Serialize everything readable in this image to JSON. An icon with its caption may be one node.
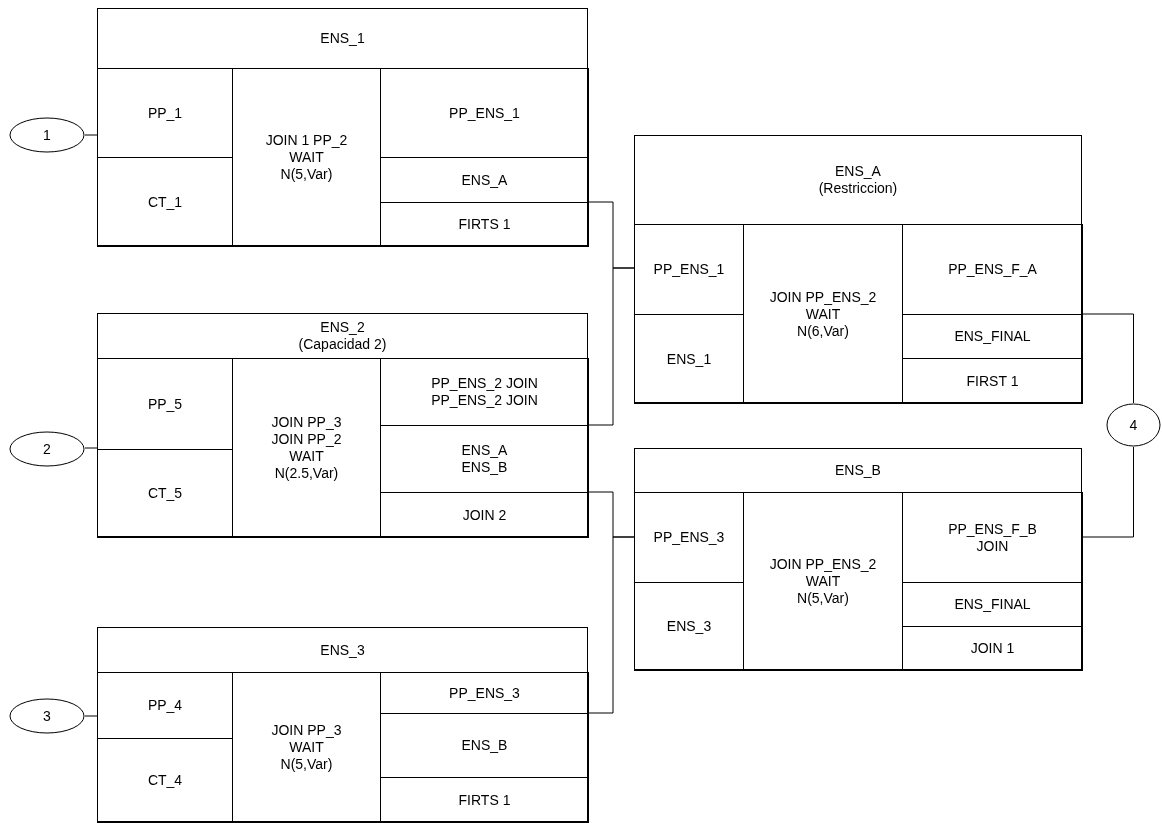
{
  "diagram": {
    "nodes": [
      {
        "text": [
          "1"
        ]
      },
      {
        "text": [
          "ENS_1"
        ]
      },
      {
        "text": [
          "PP_1"
        ],
        "in": 1
      },
      {
        "text": [
          "CT_1"
        ],
        "in": 1
      },
      {
        "text": [
          "JOIN 1 PP_2",
          "WAIT",
          "N(5,Var)"
        ],
        "in": 1
      },
      {
        "text": [
          "PP_ENS_1"
        ],
        "in": 1
      },
      {
        "text": [
          "ENS_A"
        ],
        "in": 1
      },
      {
        "text": [
          "FIRTS 1"
        ],
        "in": 1
      },
      {
        "text": [
          "2"
        ]
      },
      {
        "text": [
          "ENS_2",
          "(Capacidad 2)"
        ]
      },
      {
        "text": [
          "PP_5"
        ],
        "in": 9
      },
      {
        "text": [
          "CT_5"
        ],
        "in": 9
      },
      {
        "text": [
          "JOIN PP_3",
          "JOIN PP_2",
          "WAIT",
          "N(2.5,Var)"
        ],
        "in": 9
      },
      {
        "text": [
          "PP_ENS_2 JOIN",
          "PP_ENS_2 JOIN"
        ],
        "in": 9
      },
      {
        "text": [
          "ENS_A",
          "ENS_B"
        ],
        "in": 9
      },
      {
        "text": [
          "JOIN 2"
        ],
        "in": 9
      },
      {
        "text": [
          "3"
        ]
      },
      {
        "text": [
          "ENS_3"
        ]
      },
      {
        "text": [
          "PP_4"
        ],
        "in": 17
      },
      {
        "text": [
          "CT_4"
        ],
        "in": 17
      },
      {
        "text": [
          "JOIN PP_3",
          "WAIT",
          "N(5,Var)"
        ],
        "in": 17
      },
      {
        "text": [
          "PP_ENS_3"
        ],
        "in": 17
      },
      {
        "text": [
          "ENS_B"
        ],
        "in": 17
      },
      {
        "text": [
          "FIRTS 1"
        ],
        "in": 17
      },
      {
        "text": [
          "ENS_A",
          "(Restriccion)"
        ]
      },
      {
        "text": [
          "PP_ENS_1"
        ],
        "in": 24
      },
      {
        "text": [
          "ENS_1"
        ],
        "in": 24
      },
      {
        "text": [
          "JOIN PP_ENS_2",
          "WAIT",
          "N(6,Var)"
        ],
        "in": 24
      },
      {
        "text": [
          "PP_ENS_F_A"
        ],
        "in": 24
      },
      {
        "text": [
          "ENS_FINAL"
        ],
        "in": 24
      },
      {
        "text": [
          "FIRST 1"
        ],
        "in": 24
      },
      {
        "text": [
          "4"
        ]
      },
      {
        "text": [
          "ENS_B"
        ]
      },
      {
        "text": [
          "PP_ENS_3"
        ],
        "in": 32
      },
      {
        "text": [
          "ENS_3"
        ],
        "in": 32
      },
      {
        "text": [
          "JOIN PP_ENS_2",
          "WAIT",
          "N(5,Var)"
        ],
        "in": 32
      },
      {
        "text": [
          "PP_ENS_F_B",
          "JOIN"
        ],
        "in": 32
      },
      {
        "text": [
          "ENS_FINAL"
        ],
        "in": 32
      },
      {
        "text": [
          "JOIN 1"
        ],
        "in": 32
      }
    ],
    "edges": [
      {
        "from": 0,
        "to": 2,
        "arrow": "none"
      },
      {
        "from": 6,
        "to": 25,
        "arrow": "none"
      },
      {
        "from": 13,
        "to": 25,
        "arrow": "none"
      },
      {
        "from": 8,
        "to": 10,
        "arrow": "none"
      },
      {
        "from": 14,
        "to": 33,
        "arrow": "none"
      },
      {
        "from": 21,
        "to": 33,
        "arrow": "none"
      },
      {
        "from": 16,
        "to": 18,
        "arrow": "none"
      },
      {
        "from": 29,
        "to": 31,
        "arrow": "none"
      },
      {
        "from": 36,
        "to": 31,
        "arrow": "none"
      }
    ]
  }
}
